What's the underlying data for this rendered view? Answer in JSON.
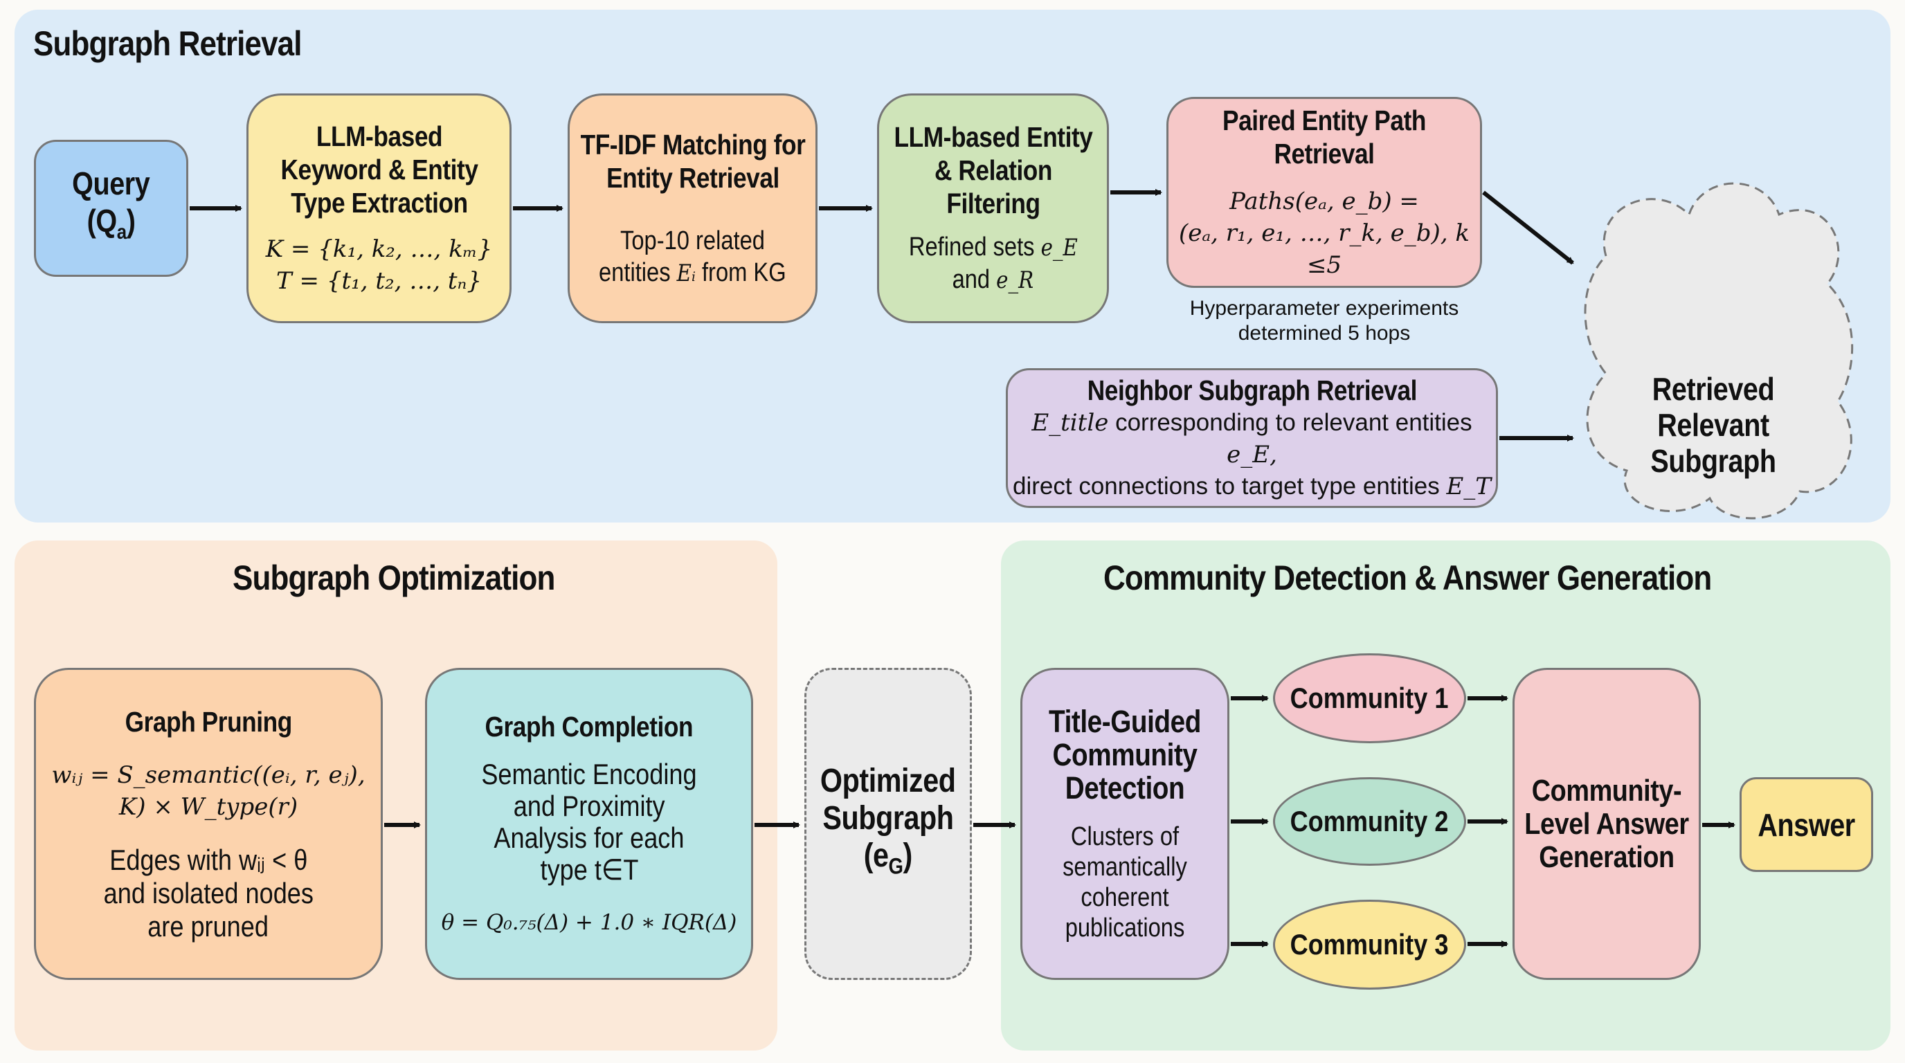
{
  "panels": {
    "retrieval": {
      "title": "Subgraph Retrieval",
      "color": "#dcebf8"
    },
    "optimization": {
      "title": "Subgraph Optimization",
      "color": "#fbe9d9"
    },
    "community": {
      "title": "Community Detection & Answer Generation",
      "color": "#dcf1e1"
    }
  },
  "retrieval": {
    "query": {
      "line1": "Query",
      "line2": "(Q",
      "sub": "a",
      "line2_end": ")",
      "color": "#a9d1f5"
    },
    "keyword": {
      "title": "LLM-based Keyword & Entity Type Extraction",
      "formula1": "K = {k₁, k₂, …, kₘ}",
      "formula2": "T = {t₁, t₂, …, tₙ}",
      "color": "#fbeaa9"
    },
    "tfidf": {
      "title": "TF-IDF Matching for Entity Retrieval",
      "desc1": "Top-10 related",
      "desc2_pre": "entities ",
      "desc2_math": "Eᵢ",
      "desc2_post": " from KG",
      "color": "#fcd3ad"
    },
    "filtering": {
      "title": "LLM-based Entity & Relation Filtering",
      "desc1_pre": "Refined sets ",
      "desc1_math": "e_E",
      "desc2_pre": "and ",
      "desc2_math": "e_R",
      "color": "#cfe4b9"
    },
    "paired": {
      "title": "Paired Entity Path Retrieval",
      "formula1": "Paths(eₐ, e_b) =",
      "formula2": "(eₐ, r₁, e₁, …, r_k, e_b), k ≤5",
      "color": "#f6c8c8"
    },
    "paired_note": {
      "line1": "Hyperparameter experiments",
      "line2": "determined 5 hops"
    },
    "neighbor": {
      "title": "Neighbor Subgraph Retrieval",
      "line1_math": "E_title",
      "line1_text": " corresponding to relevant entities ",
      "line1_math2": "e_E,",
      "line2_text": "direct connections to target type entities ",
      "line2_math": "E_T",
      "color": "#ddd0ea"
    },
    "cloud": {
      "label": "Retrieved Relevant Subgraph",
      "color": "#ebebeb"
    }
  },
  "optimization": {
    "pruning": {
      "title": "Graph Pruning",
      "formula1": "wᵢⱼ = S_semantic((eᵢ, r, eⱼ),",
      "formula2": "K) × W_type(r)",
      "desc1": "Edges with wᵢⱼ < θ",
      "desc2": "and isolated nodes",
      "desc3": "are pruned",
      "color": "#fcd3ad"
    },
    "completion": {
      "title": "Graph Completion",
      "desc1": "Semantic Encoding",
      "desc2": "and Proximity",
      "desc3": "Analysis for each",
      "desc4": "type t∈T",
      "formula": "θ = Q₀.₇₅(Δ) + 1.0 ∗ IQR(Δ)",
      "color": "#b9e6e6"
    },
    "optimized": {
      "line1": "Optimized",
      "line2": "Subgraph",
      "line3": "(e",
      "sub": "G",
      "line3_end": ")",
      "color": "#ebebeb"
    }
  },
  "community": {
    "detection": {
      "title": "Title-Guided Community Detection",
      "desc": "Clusters of semantically coherent publications",
      "color": "#ddd0ea"
    },
    "communities": [
      {
        "label": "Community 1",
        "color": "#f5c6cc"
      },
      {
        "label": "Community 2",
        "color": "#b8e2cf"
      },
      {
        "label": "Community 3",
        "color": "#fbe79a"
      }
    ],
    "answer_gen": {
      "title": "Community-Level Answer Generation",
      "color": "#f6cccc"
    },
    "answer": {
      "label": "Answer",
      "color": "#fbe596"
    }
  }
}
